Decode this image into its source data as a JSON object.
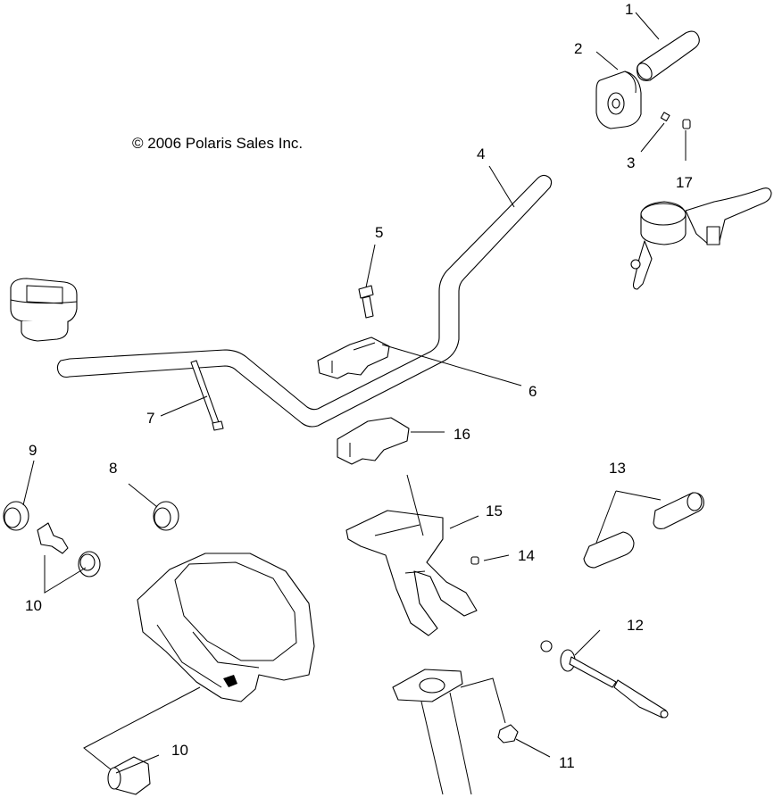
{
  "copyright": "© 2006 Polaris Sales Inc.",
  "callouts": {
    "c1": "1",
    "c2": "2",
    "c3": "3",
    "c4": "4",
    "c5": "5",
    "c6": "6",
    "c7": "7",
    "c8": "8",
    "c9": "9",
    "c10a": "10",
    "c10b": "10",
    "c11": "11",
    "c12": "12",
    "c13": "13",
    "c14": "14",
    "c15": "15",
    "c16": "16",
    "c17": "17"
  }
}
